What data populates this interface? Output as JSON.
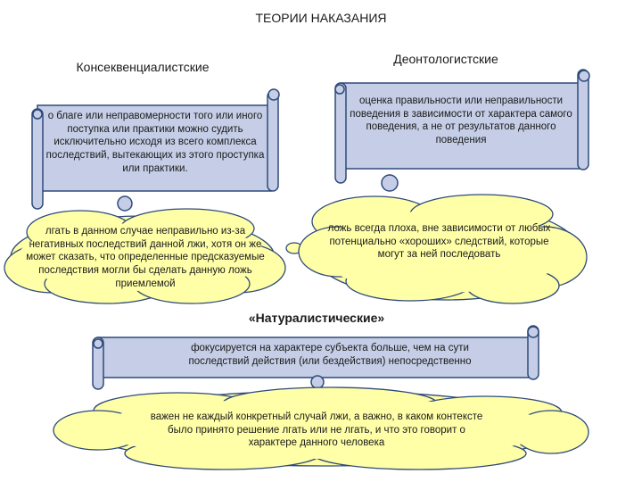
{
  "title": "ТЕОРИИ НАКАЗАНИЯ",
  "consequentialist": {
    "heading": "Консеквенциалистские",
    "definition": "о благе или неправомерности того или иного поступка или практики можно судить исключительно исходя из всего комплекса последствий, вытекающих из этого проступка или практики.",
    "example": "лгать в данном случае неправильно из-за негативных последствий данной лжи, хотя он же может сказать, что определенные предсказуемые последствия могли бы сделать данную ложь приемлемой"
  },
  "deontological": {
    "heading": "Деонтологистские",
    "definition": "оценка правильности или неправильности поведения в зависимости от характера самого поведения, а не от результатов данного поведения",
    "example": "ложь всегда плоха, вне зависимости от любых потенциально «хороших» следствий, которые могут за ней последовать"
  },
  "naturalistic": {
    "heading": "«Натуралистические»",
    "definition": "фокусируется на характере субъекта больше, чем на сути последствий действия (или бездействия) непосредственно",
    "example": "важен не каждый конкретный случай лжи, а важно, в каком контексте было принято решение лгать или не лгать, и что это говорит о характере данного человека"
  },
  "colors": {
    "scroll_fill": "#c5cee6",
    "cloud_fill": "#ffffa8",
    "outline": "#2e4a7a"
  }
}
